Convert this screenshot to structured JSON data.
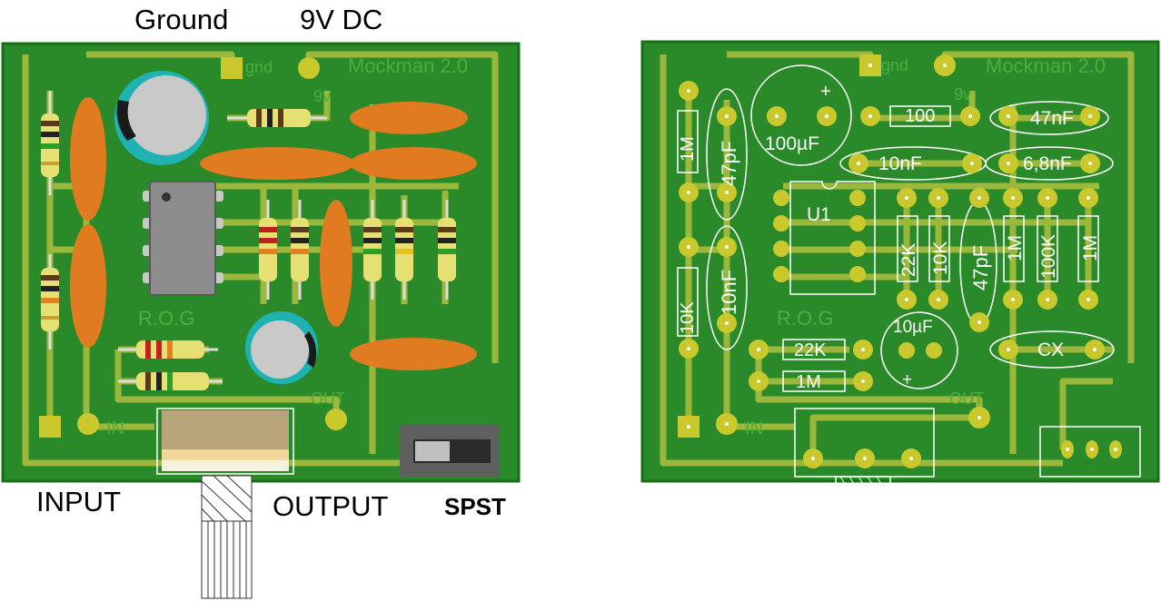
{
  "top_labels": {
    "ground": "Ground",
    "vdc": "9V DC"
  },
  "bottom_labels": {
    "input": "INPUT",
    "output": "OUTPUT",
    "switch": "SPST"
  },
  "board": {
    "title": "Mockman 2.0",
    "gnd": "gnd",
    "nine_v": "9v",
    "rog": "R.O.G",
    "in": "IN",
    "out": "OUT",
    "colors": {
      "board": "#2a8a2a",
      "trace": "#9bb83c",
      "pad": "#c9c92e",
      "cap": "#e07b1f",
      "electrolytic": "#1fb2b2"
    }
  },
  "schematic": {
    "caps_left": [
      "47pF",
      "10nF"
    ],
    "res_left": [
      "1M",
      "10K"
    ],
    "electrolytic_big": "100µF",
    "electrolytic_big_polarity": "+",
    "electrolytic_small": "10µF",
    "electrolytic_small_polarity": "+",
    "ic": "U1",
    "res_top": "100",
    "caps_right": [
      "47nF",
      "6,8nF",
      "10nF",
      "47pF",
      "CX"
    ],
    "res_vertical": [
      "22K",
      "10K",
      "1M",
      "100K",
      "1M"
    ],
    "res_bottom": [
      "22K",
      "1M"
    ]
  }
}
